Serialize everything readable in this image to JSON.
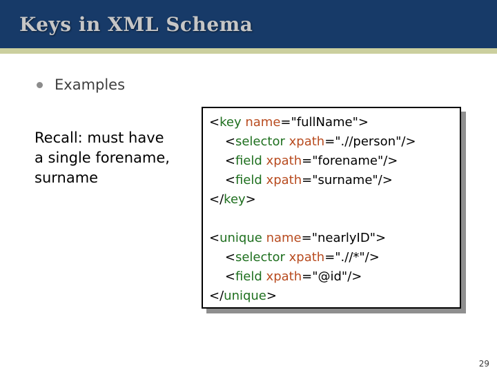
{
  "colors": {
    "header_bg": "#173a68",
    "accent_line": "#cbcf9e",
    "title_text": "#c6c6c6",
    "code_element": "#1e6f1e",
    "code_attribute": "#b84b1f",
    "box_shadow": "#8f8f8f"
  },
  "slide": {
    "title": "Keys in XML Schema",
    "bullet_label": "Examples",
    "note_lines": [
      "Recall: must have",
      "a single forename,",
      "surname"
    ],
    "page_number": "29"
  },
  "code": {
    "blocks": [
      {
        "lines": [
          [
            [
              "p",
              "<"
            ],
            [
              "el",
              "key"
            ],
            [
              "p",
              " "
            ],
            [
              "at",
              "name"
            ],
            [
              "p",
              "=\"fullName\">"
            ]
          ],
          [
            [
              "p",
              "    <"
            ],
            [
              "el",
              "selector"
            ],
            [
              "p",
              " "
            ],
            [
              "at",
              "xpath"
            ],
            [
              "p",
              "=\".//person\"/>"
            ]
          ],
          [
            [
              "p",
              "    <"
            ],
            [
              "el",
              "field"
            ],
            [
              "p",
              " "
            ],
            [
              "at",
              "xpath"
            ],
            [
              "p",
              "=\"forename\"/>"
            ]
          ],
          [
            [
              "p",
              "    <"
            ],
            [
              "el",
              "field"
            ],
            [
              "p",
              " "
            ],
            [
              "at",
              "xpath"
            ],
            [
              "p",
              "=\"surname\"/>"
            ]
          ],
          [
            [
              "p",
              "</"
            ],
            [
              "el",
              "key"
            ],
            [
              "p",
              ">"
            ]
          ]
        ]
      },
      {
        "lines": [
          [
            [
              "p",
              "<"
            ],
            [
              "el",
              "unique"
            ],
            [
              "p",
              " "
            ],
            [
              "at",
              "name"
            ],
            [
              "p",
              "=\"nearlyID\">"
            ]
          ],
          [
            [
              "p",
              "    <"
            ],
            [
              "el",
              "selector"
            ],
            [
              "p",
              " "
            ],
            [
              "at",
              "xpath"
            ],
            [
              "p",
              "=\".//*\"/>"
            ]
          ],
          [
            [
              "p",
              "    <"
            ],
            [
              "el",
              "field"
            ],
            [
              "p",
              " "
            ],
            [
              "at",
              "xpath"
            ],
            [
              "p",
              "=\"@id\"/>"
            ]
          ],
          [
            [
              "p",
              "</"
            ],
            [
              "el",
              "unique"
            ],
            [
              "p",
              ">"
            ]
          ]
        ]
      }
    ]
  }
}
